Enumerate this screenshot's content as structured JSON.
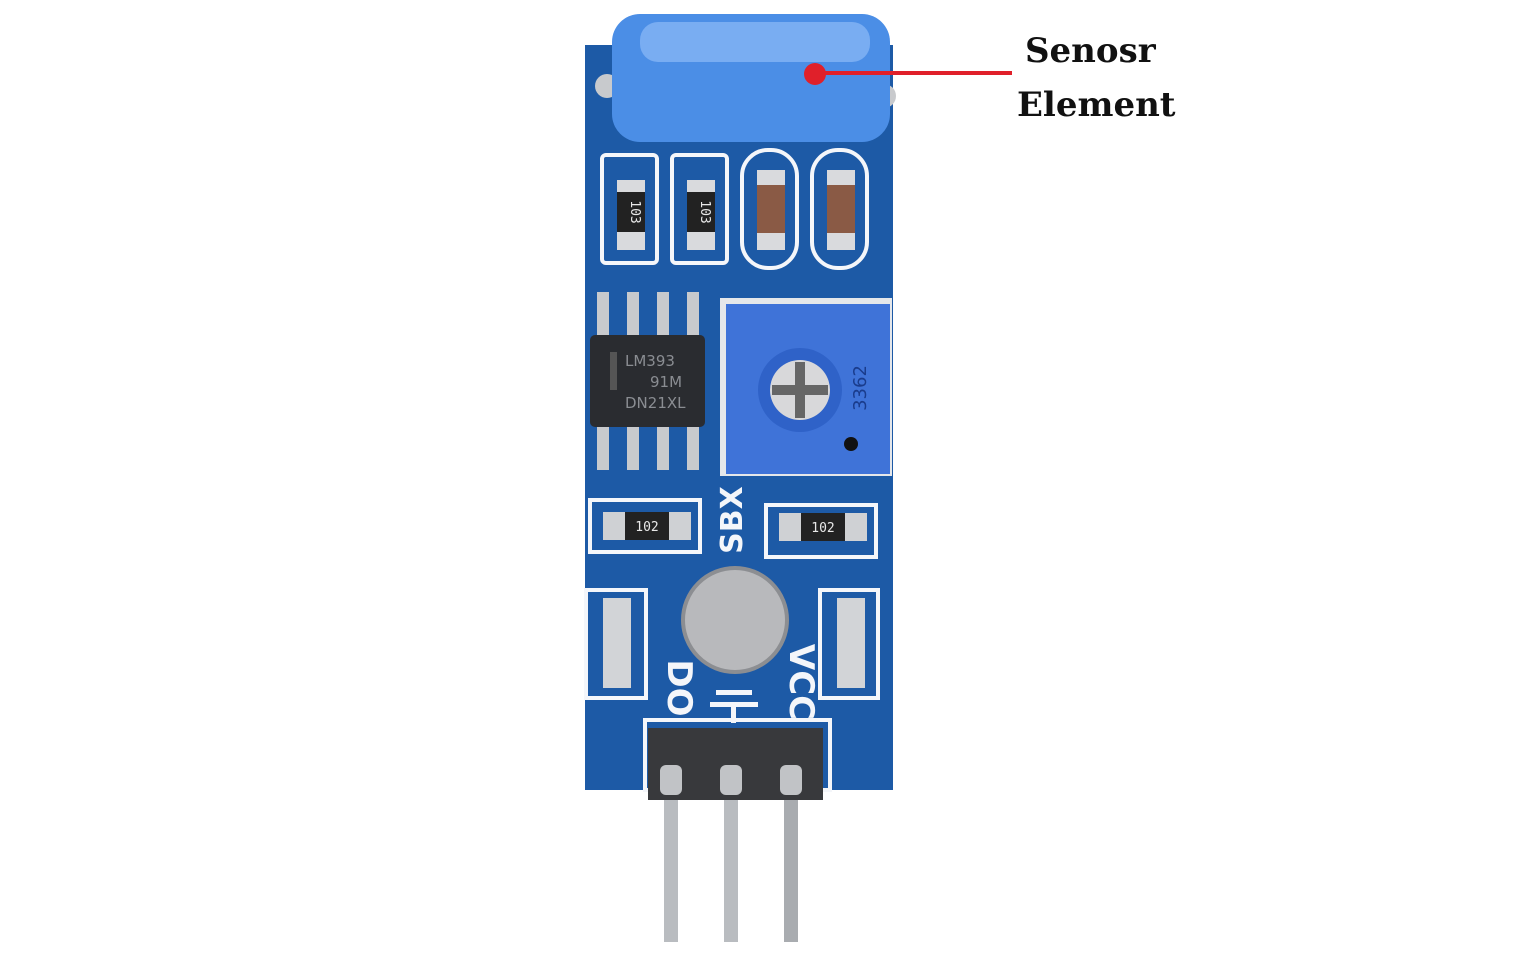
{
  "annotation": {
    "line1": "Senosr",
    "line2": "Element",
    "pointer_color": "#e0202a"
  },
  "board": {
    "color": "#1d5aa6",
    "ic_text": [
      "LM393",
      "91M",
      "DN21XL"
    ],
    "pot_text": "3362",
    "resistors_top": [
      "103",
      "103"
    ],
    "resistors_mid": [
      "102",
      "102"
    ],
    "silkscreen": {
      "brand": "SBX",
      "left_pin": "DO",
      "right_pin": "VCC"
    }
  }
}
